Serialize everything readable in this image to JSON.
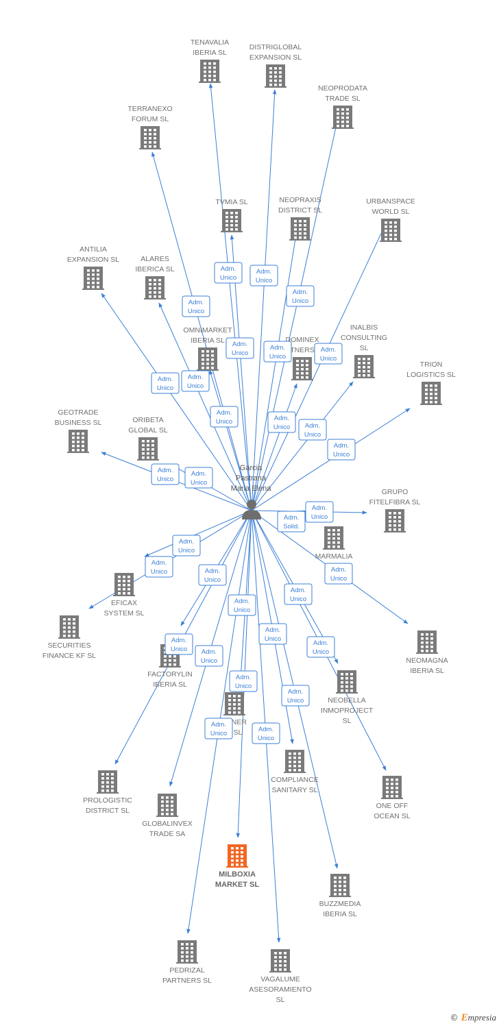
{
  "colors": {
    "edge": "#3b7fd6",
    "building": "#7a7a7a",
    "focus_building": "#f26522",
    "person": "#6e6e6e",
    "label": "#707070"
  },
  "person": {
    "label_lines": [
      "Garcia",
      "Pastrana",
      "Maria Elena"
    ],
    "icon": "person-icon"
  },
  "nodes": [
    {
      "id": "tenavalia",
      "lines": [
        "TENAVALIA",
        "IBERIA  SL"
      ],
      "icon": "building-icon"
    },
    {
      "id": "distriglobal",
      "lines": [
        "DISTRIGLOBAL",
        "EXPANSION  SL"
      ],
      "icon": "building-icon"
    },
    {
      "id": "neoprodata",
      "lines": [
        "NEOPRODATA",
        "TRADE  SL"
      ],
      "icon": "building-icon"
    },
    {
      "id": "terranexo",
      "lines": [
        "TERRANEXO",
        "FORUM  SL"
      ],
      "icon": "building-icon"
    },
    {
      "id": "tvmia",
      "lines": [
        "TVMIA  SL"
      ],
      "icon": "building-icon"
    },
    {
      "id": "neopraxis",
      "lines": [
        "NEOPRAXIS",
        "DISTRICT  SL"
      ],
      "icon": "building-icon"
    },
    {
      "id": "urbanspace",
      "lines": [
        "URBANSPACE",
        "WORLD  SL"
      ],
      "icon": "building-icon"
    },
    {
      "id": "antilia",
      "lines": [
        "ANTILIA",
        "EXPANSION  SL"
      ],
      "icon": "building-icon"
    },
    {
      "id": "alares",
      "lines": [
        "ALARES",
        "IBERICA  SL"
      ],
      "icon": "building-icon"
    },
    {
      "id": "omnimarket",
      "lines": [
        "OMNIMARKET",
        "IBERIA  SL"
      ],
      "icon": "building-icon"
    },
    {
      "id": "dominex",
      "lines": [
        "DOMINEX",
        "TNERS"
      ],
      "icon": "building-icon"
    },
    {
      "id": "inalbis",
      "lines": [
        "INALBIS",
        "CONSULTING",
        "SL"
      ],
      "icon": "building-icon"
    },
    {
      "id": "trion",
      "lines": [
        "TRION",
        "LOGISTICS  SL"
      ],
      "icon": "building-icon"
    },
    {
      "id": "geotrade",
      "lines": [
        "GEOTRADE",
        "BUSINESS  SL"
      ],
      "icon": "building-icon"
    },
    {
      "id": "oribeta",
      "lines": [
        "ORIBETA",
        "GLOBAL  SL"
      ],
      "icon": "building-icon"
    },
    {
      "id": "grupo",
      "lines": [
        "GRUPO",
        "FITELFIBRA  SL"
      ],
      "icon": "building-icon"
    },
    {
      "id": "marmalia",
      "lines": [
        "MARMALIA",
        "MAR"
      ],
      "icon": "building-icon"
    },
    {
      "id": "eficax",
      "lines": [
        "EFICAX",
        "SYSTEM  SL"
      ],
      "icon": "building-icon"
    },
    {
      "id": "securities",
      "lines": [
        "SECURITIES",
        "FINANCE KF  SL"
      ],
      "icon": "building-icon"
    },
    {
      "id": "neomagna",
      "lines": [
        "NEOMAGNA",
        "IBERIA  SL"
      ],
      "icon": "building-icon"
    },
    {
      "id": "factorylin",
      "lines": [
        "FACTORYLIN",
        "IBERIA  SL"
      ],
      "icon": "building-icon"
    },
    {
      "id": "neobella",
      "lines": [
        "NEOBELLA",
        "INMOPROJECT",
        "SL"
      ],
      "icon": "building-icon"
    },
    {
      "id": "partner",
      "lines": [
        "RTNER",
        "X  SL"
      ],
      "icon": "building-icon"
    },
    {
      "id": "compliance",
      "lines": [
        "COMPLIANCE",
        "SANITARY  SL"
      ],
      "icon": "building-icon"
    },
    {
      "id": "prologistic",
      "lines": [
        "PROLOGISTIC",
        "DISTRICT  SL"
      ],
      "icon": "building-icon"
    },
    {
      "id": "oneoff",
      "lines": [
        "ONE OFF",
        "OCEAN  SL"
      ],
      "icon": "building-icon"
    },
    {
      "id": "globalinvex",
      "lines": [
        "GLOBALINVEX",
        "TRADE SA"
      ],
      "icon": "building-icon"
    },
    {
      "id": "milboxia",
      "lines": [
        "MILBOXIA",
        "MARKET  SL"
      ],
      "icon": "building-icon",
      "focus": true
    },
    {
      "id": "buzzmedia",
      "lines": [
        "BUZZMEDIA",
        "IBERIA  SL"
      ],
      "icon": "building-icon"
    },
    {
      "id": "pedrizal",
      "lines": [
        "PEDRIZAL",
        "PARTNERS  SL"
      ],
      "icon": "building-icon"
    },
    {
      "id": "vagalume",
      "lines": [
        "VAGALUME",
        "ASESORAMIENTO",
        "SL"
      ],
      "icon": "building-icon"
    }
  ],
  "edges": [
    {
      "to": "tenavalia",
      "badge": [
        "Adm.",
        "Unico"
      ]
    },
    {
      "to": "distriglobal",
      "badge": [
        "Adm.",
        "Unico"
      ]
    },
    {
      "to": "neoprodata",
      "badge": [
        "Adm.",
        "Unico"
      ]
    },
    {
      "to": "terranexo",
      "badge": [
        "Adm.",
        "Unico"
      ]
    },
    {
      "to": "tvmia",
      "badge": [
        "Adm.",
        "Unico"
      ]
    },
    {
      "to": "neopraxis",
      "badge": [
        "Adm.",
        "Unico"
      ]
    },
    {
      "to": "urbanspace",
      "badge": [
        "Adm.",
        "Unico"
      ]
    },
    {
      "to": "antilia",
      "badge": [
        "Adm.",
        "Unico"
      ]
    },
    {
      "to": "alares",
      "badge": [
        "Adm.",
        "Unico"
      ]
    },
    {
      "to": "omnimarket",
      "badge": [
        "Adm.",
        "Unico"
      ]
    },
    {
      "to": "dominex",
      "badge": [
        "Adm.",
        "Unico"
      ]
    },
    {
      "to": "inalbis",
      "badge": [
        "Adm.",
        "Unico"
      ]
    },
    {
      "to": "trion",
      "badge": [
        "Adm.",
        "Unico"
      ]
    },
    {
      "to": "geotrade",
      "badge": [
        "Adm.",
        "Unico"
      ]
    },
    {
      "to": "oribeta",
      "badge": [
        "Adm.",
        "Unico"
      ]
    },
    {
      "to": "grupo",
      "badge": [
        "Adm.",
        "Unico"
      ]
    },
    {
      "to": "marmalia",
      "badge": [
        "Adm.",
        "Solid."
      ]
    },
    {
      "to": "eficax",
      "badge": [
        "Adm.",
        "Unico"
      ]
    },
    {
      "to": "securities",
      "badge": [
        "Adm.",
        "Unico"
      ]
    },
    {
      "to": "neomagna",
      "badge": [
        "Adm.",
        "Unico"
      ]
    },
    {
      "to": "factorylin",
      "badge": [
        "Adm.",
        "Unico"
      ]
    },
    {
      "to": "neobella",
      "badge": [
        "Adm.",
        "Unico"
      ]
    },
    {
      "to": "partner",
      "badge": [
        "Adm.",
        "Unico"
      ]
    },
    {
      "to": "compliance",
      "badge": [
        "Adm.",
        "Unico"
      ]
    },
    {
      "to": "prologistic",
      "badge": [
        "Adm.",
        "Unico"
      ]
    },
    {
      "to": "oneoff",
      "badge": [
        "Adm.",
        "Unico"
      ]
    },
    {
      "to": "globalinvex",
      "badge": [
        "Adm.",
        "Unico"
      ]
    },
    {
      "to": "milboxia",
      "badge": [
        "Adm.",
        "Unico"
      ]
    },
    {
      "to": "buzzmedia",
      "badge": [
        "Adm.",
        "Unico"
      ]
    },
    {
      "to": "pedrizal",
      "badge": [
        "Adm.",
        "Unico"
      ]
    },
    {
      "to": "vagalume",
      "badge": [
        "Adm.",
        "Unico"
      ]
    }
  ],
  "footer": {
    "copyright": "©",
    "brand_initial": "E",
    "brand_rest": "mpresia"
  }
}
